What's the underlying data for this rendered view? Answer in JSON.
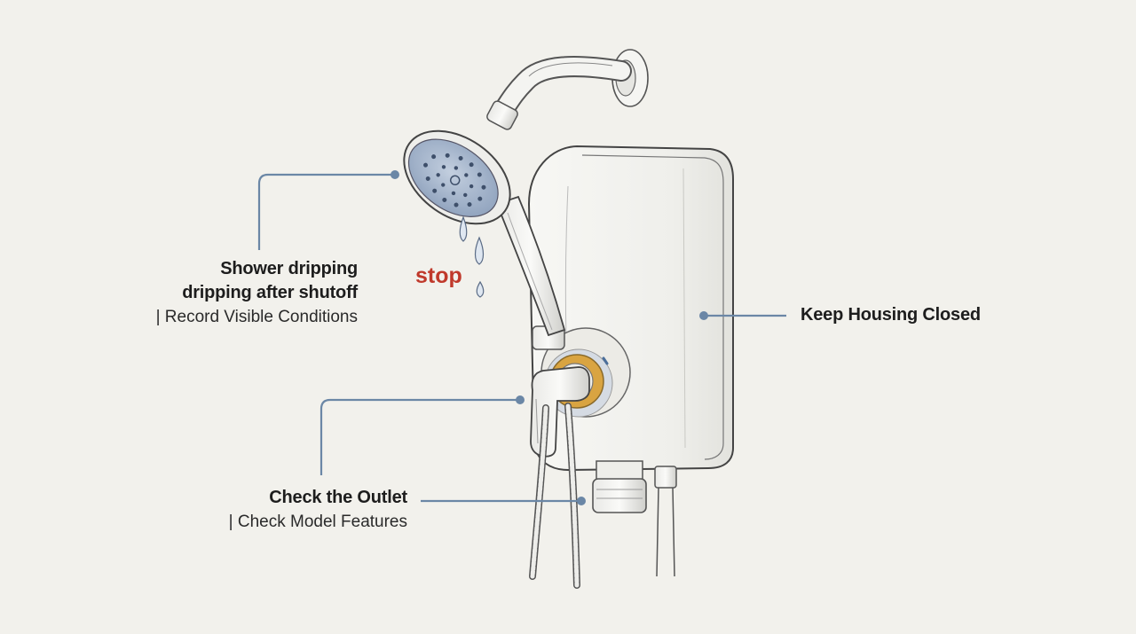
{
  "callouts": {
    "shower": {
      "line1": "Shower dripping",
      "line2": "dripping after shutoff",
      "sub": "| Record Visible Conditions"
    },
    "stop": "stop",
    "housing": "Keep Housing Closed",
    "outlet": {
      "title": "Check the Outlet",
      "sub": "| Check Model Features"
    }
  },
  "colors": {
    "background": "#f2f1ec",
    "leader_line": "#6b87a6",
    "stop_text": "#c0392b",
    "dial_ring": "#d9a441",
    "shower_face": "#9fb0c8"
  },
  "icons": [
    "shower-head-icon",
    "water-heater-icon",
    "water-drop-icon",
    "dial-icon",
    "lever-icon"
  ]
}
